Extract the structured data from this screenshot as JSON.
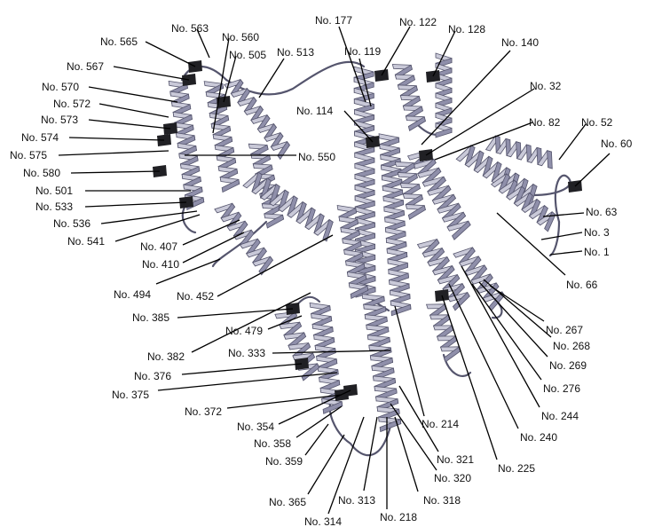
{
  "colors": {
    "ribbon": "#8f8faa",
    "ribbon_light": "#c9c9d8",
    "ribbon_dark": "#55556d",
    "highlight": "#202024",
    "leader": "#000000",
    "text": "#111111"
  },
  "residues": [
    "No. 565",
    "No. 563",
    "No. 560",
    "No. 505",
    "No. 513",
    "No. 567",
    "No. 570",
    "No. 572",
    "No. 573",
    "No. 574",
    "No. 575",
    "No. 580",
    "No. 501",
    "No. 533",
    "No. 536",
    "No. 541",
    "No. 407",
    "No. 410",
    "No. 494",
    "No. 452",
    "No. 385",
    "No. 479",
    "No. 382",
    "No. 333",
    "No. 376",
    "No. 375",
    "No. 372",
    "No. 354",
    "No. 358",
    "No. 359",
    "No. 365",
    "No. 314",
    "No. 313",
    "No. 218",
    "No. 318",
    "No. 320",
    "No. 321",
    "No. 214",
    "No. 225",
    "No. 240",
    "No. 244",
    "No. 276",
    "No. 269",
    "No. 268",
    "No. 267",
    "No. 66",
    "No. 1",
    "No. 3",
    "No. 63",
    "No. 60",
    "No. 52",
    "No. 82",
    "No. 32",
    "No. 140",
    "No. 128",
    "No. 122",
    "No. 177",
    "No. 119",
    "No. 114",
    "No. 550"
  ]
}
